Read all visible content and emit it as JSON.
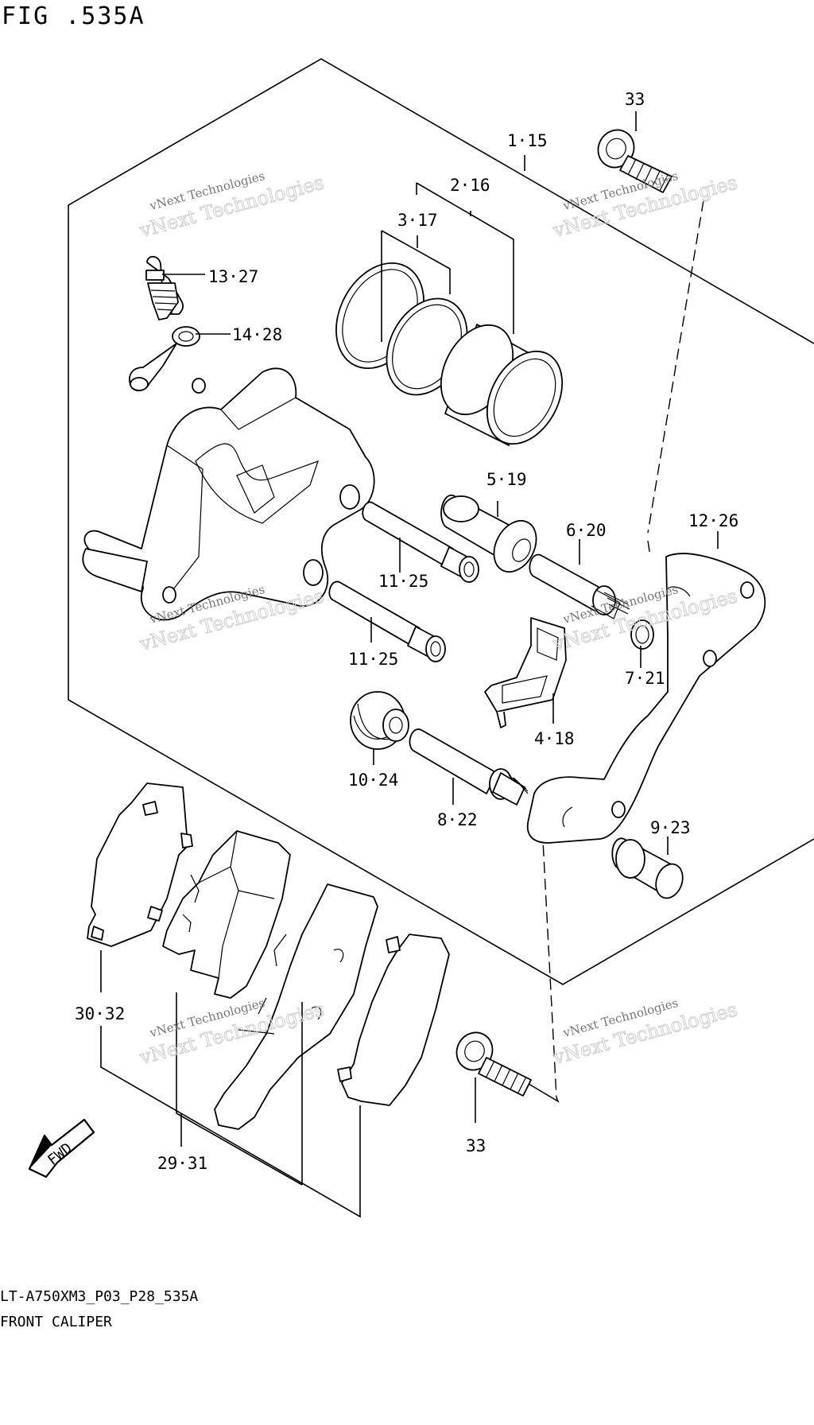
{
  "figure": {
    "title": "FIG .535A"
  },
  "footer": {
    "model_code": "LT-A750XM3_P03_P28_535A",
    "section_name": "FRONT CALIPER"
  },
  "fwd_arrow": {
    "label": "FWD"
  },
  "watermark": {
    "line1": "vNext Technologies",
    "line2": "vNext Technologies"
  },
  "callouts": [
    {
      "id": "c33a",
      "text": "33"
    },
    {
      "id": "c1",
      "text": "1·15"
    },
    {
      "id": "c2",
      "text": "2·16"
    },
    {
      "id": "c3",
      "text": "3·17"
    },
    {
      "id": "c13",
      "text": "13·27"
    },
    {
      "id": "c14",
      "text": "14·28"
    },
    {
      "id": "c5",
      "text": "5·19"
    },
    {
      "id": "c6",
      "text": "6·20"
    },
    {
      "id": "c12",
      "text": "12·26"
    },
    {
      "id": "c11a",
      "text": "11·25"
    },
    {
      "id": "c11b",
      "text": "11·25"
    },
    {
      "id": "c7",
      "text": "7·21"
    },
    {
      "id": "c4",
      "text": "4·18"
    },
    {
      "id": "c10",
      "text": "10·24"
    },
    {
      "id": "c8",
      "text": "8·22"
    },
    {
      "id": "c9",
      "text": "9·23"
    },
    {
      "id": "c30",
      "text": "30·32"
    },
    {
      "id": "c29",
      "text": "29·31"
    },
    {
      "id": "c33b",
      "text": "33"
    }
  ]
}
